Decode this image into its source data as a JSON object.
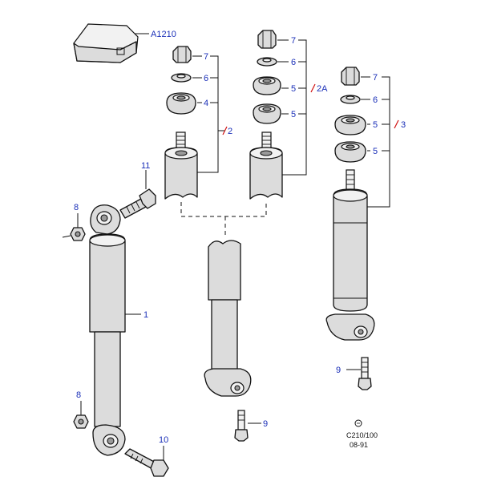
{
  "diagram": {
    "labels": {
      "a1210": "A1210",
      "c7": "7",
      "c6": "6",
      "c4": "4",
      "c5": "5",
      "c1": "1",
      "c8": "8",
      "c9": "9",
      "c10": "10",
      "c11": "11",
      "g2": "2",
      "g2a": "2A",
      "g3": "3"
    },
    "footer": {
      "drawing_code": "C210/100",
      "date": "08-91"
    },
    "colors": {
      "callout": "#1a2fb8",
      "flash": "#d01010",
      "part_fill": "#dcdcdc"
    }
  }
}
